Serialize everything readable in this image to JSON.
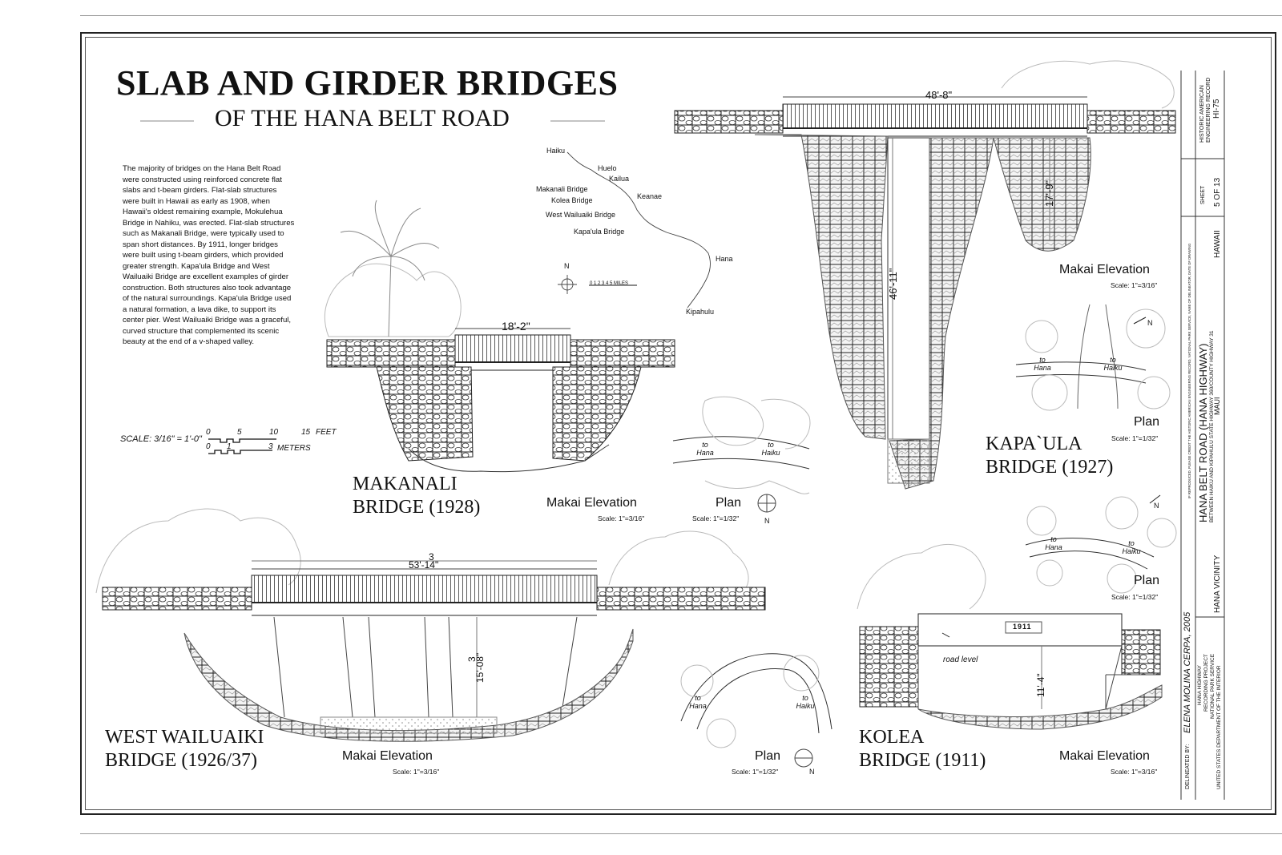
{
  "title": "SLAB AND GIRDER BRIDGES",
  "subtitle": "OF THE HANA BELT ROAD",
  "intro_text": "The majority of bridges on the Hana Belt Road were constructed using reinforced concrete flat slabs and t-beam girders. Flat-slab structures were built in Hawaii as early as 1908, when Hawaii's oldest remaining example, Mokulehua Bridge in Nahiku, was erected. Flat-slab structures such as Makanali Bridge, were typically used to span short distances. By 1911, longer bridges were built using t-beam girders, which provided greater strength. Kapa'ula Bridge and West Wailuaiki Bridge are excellent examples of girder construction. Both structures also took advantage of the natural surroundings. Kapa'ula Bridge used a natural formation, a lava dike, to support its center pier. West Wailuaiki Bridge was a graceful, curved structure that complemented its scenic beauty at the end of a v-shaped valley.",
  "scale_bar": {
    "label": "SCALE: 3/16\" = 1'-0\"",
    "feet_ticks": [
      "0",
      "5",
      "10",
      "15"
    ],
    "feet_unit": "FEET",
    "meter_ticks": [
      "0",
      "1",
      "3"
    ],
    "meter_unit": "METERS"
  },
  "map": {
    "places": [
      "Haiku",
      "Huelo",
      "Kailua",
      "Makanali Bridge",
      "Kolea Bridge",
      "Keanae",
      "West Wailuaiki Bridge",
      "Kapa'ula Bridge",
      "Hana",
      "Kipahulu"
    ],
    "north": "N",
    "scale": "0 1 2 3 4 5 MILES"
  },
  "bridges": {
    "makanali": {
      "name_line1": "MAKANALI",
      "name_line2": "BRIDGE (1928)",
      "span": "18'-2\""
    },
    "kapaula": {
      "name_line1": "KAPA`ULA",
      "name_line2": "BRIDGE (1927)",
      "span": "48'-8\"",
      "height_main": "46'-11\"",
      "height_side": "17'-9\""
    },
    "west_wailuaiki": {
      "name_line1": "WEST WAILUAIKI",
      "name_line2": "BRIDGE (1926/37)",
      "span_top": "3",
      "span": "53'-14\"",
      "height_top": "3",
      "height": "15'-08\""
    },
    "kolea": {
      "name_line1": "KOLEA",
      "name_line2": "BRIDGE (1911)",
      "height": "11'-4\"",
      "road_level": "road level",
      "date_plaque": "1911"
    }
  },
  "view_labels": {
    "makai_elevation": "Makai Elevation",
    "plan": "Plan",
    "scale_elev": "Scale: 1\"=3/16\"",
    "scale_plan": "Scale: 1\"=1/32\"",
    "to_hana": "to Hana",
    "to_haiku": "to Haiku",
    "north": "N"
  },
  "title_block": {
    "record": "HISTORIC AMERICAN ENGINEERING RECORD",
    "record_no": "HI-75",
    "sheet_label": "SHEET",
    "sheet": "5 OF 13",
    "state": "HAWAII",
    "project_title": "HANA BELT ROAD (HANA HIGHWAY)",
    "project_sub": "BETWEEN HAIKU AND KIPAHULU STATE HIGHWAY 360/COUNTY HIGHWAY 31",
    "county": "MAUI",
    "vicinity": "HANA VICINITY",
    "agency_lines": [
      "HANA HIGHWAY",
      "RECORDING PROJECT",
      "NATIONAL PARK SERVICE",
      "UNITED STATES DEPARTMENT OF THE INTERIOR"
    ],
    "delineated_label": "DELINEATED BY:",
    "delineator": "ELENA MOLINA CERPA, 2005",
    "reproduction_note": "IF REPRODUCED, PLEASE CREDIT THE HISTORIC AMERICAN ENGINEERING RECORD, NATIONAL PARK SERVICE, NAME OF DELINEATOR, DATE OF DRAWING"
  }
}
